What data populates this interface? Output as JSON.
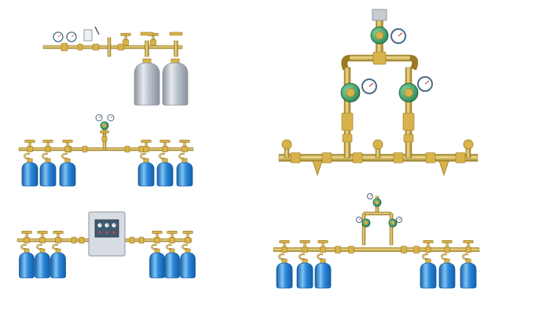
{
  "page": {
    "background": "#ffffff"
  },
  "palette": {
    "brass": "#d8b24a",
    "brass_dark": "#9a7a22",
    "brass_light": "#f1dd8e",
    "blue_cylinder": "#2a86d8",
    "blue_cylinder_dark": "#135ea6",
    "blue_cylinder_light": "#7fc3f3",
    "grey_cylinder": "#b8c0ca",
    "grey_cylinder_dark": "#8a939e",
    "gauge_face": "#ffffff",
    "gauge_ring": "#4a6b8a",
    "green_regulator": "#2e9a5a",
    "cabinet_body": "#d7dde2",
    "cabinet_edge": "#8a949e",
    "cabinet_panel": "#3f5a6e"
  },
  "cabinet_label": "",
  "illustrations": [
    {
      "name": "grey-cylinder-manifold",
      "cylinder_color": "grey",
      "cylinder_count": 2
    },
    {
      "name": "six-cylinder-manifold-with-regulator",
      "cylinder_color": "blue",
      "cylinder_count": 6
    },
    {
      "name": "six-cylinder-manifold-with-cabinet",
      "cylinder_color": "blue",
      "cylinder_count": 6
    },
    {
      "name": "dual-regulator-manifold",
      "cylinder_color": "none",
      "cylinder_count": 0
    },
    {
      "name": "six-cylinder-dual-regulator-manifold",
      "cylinder_color": "blue",
      "cylinder_count": 6
    }
  ]
}
